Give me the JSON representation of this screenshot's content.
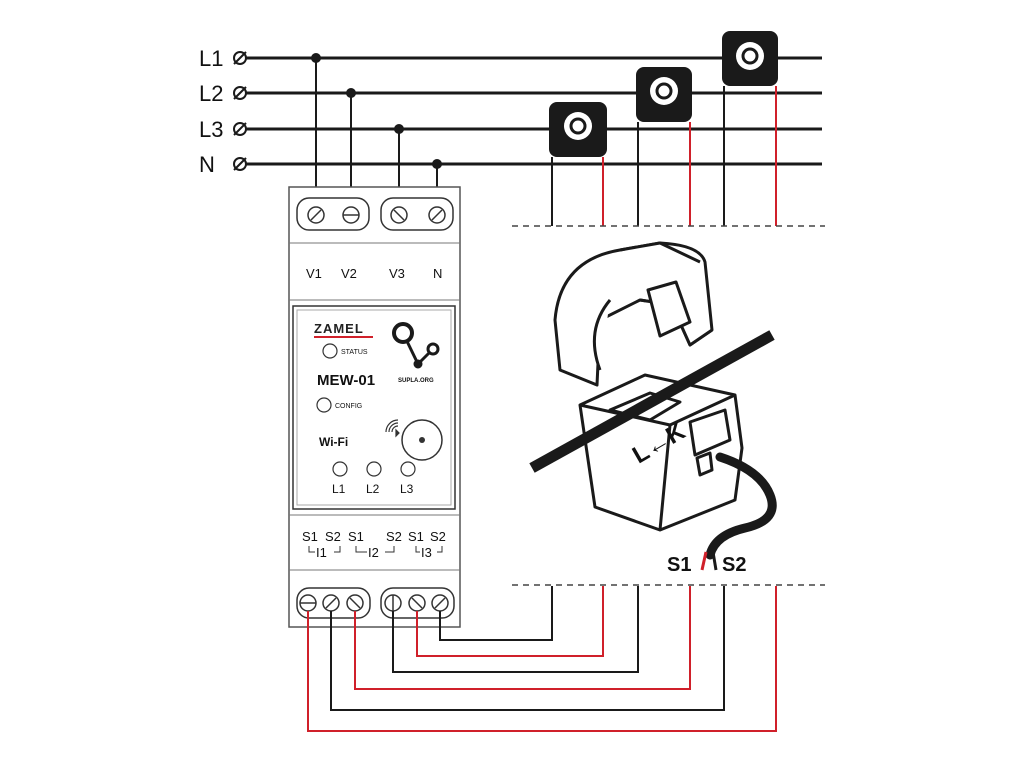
{
  "lines": [
    {
      "label": "L1"
    },
    {
      "label": "L2"
    },
    {
      "label": "L3"
    },
    {
      "label": "N"
    }
  ],
  "device": {
    "brand": "ZAMEL",
    "model": "MEW-01",
    "status_label": "STATUS",
    "config_label": "CONFIG",
    "wifi_label": "Wi-Fi",
    "cloud_label": "SUPLA.ORG",
    "top_terminals": [
      "V1",
      "V2",
      "V3",
      "N"
    ],
    "leds": [
      "L1",
      "L2",
      "L3"
    ],
    "bottom_terminal_labels": [
      "S1",
      "S2",
      "S1",
      "S2",
      "S1",
      "S2"
    ],
    "channel_labels": [
      "I1",
      "I2",
      "I3"
    ]
  },
  "clamp": {
    "direction_label": "L←K",
    "s1_label": "S1",
    "s2_label": "S2"
  },
  "colors": {
    "wire_black": "#1a1a1a",
    "wire_red": "#d0202a",
    "device_outline": "#555555"
  }
}
